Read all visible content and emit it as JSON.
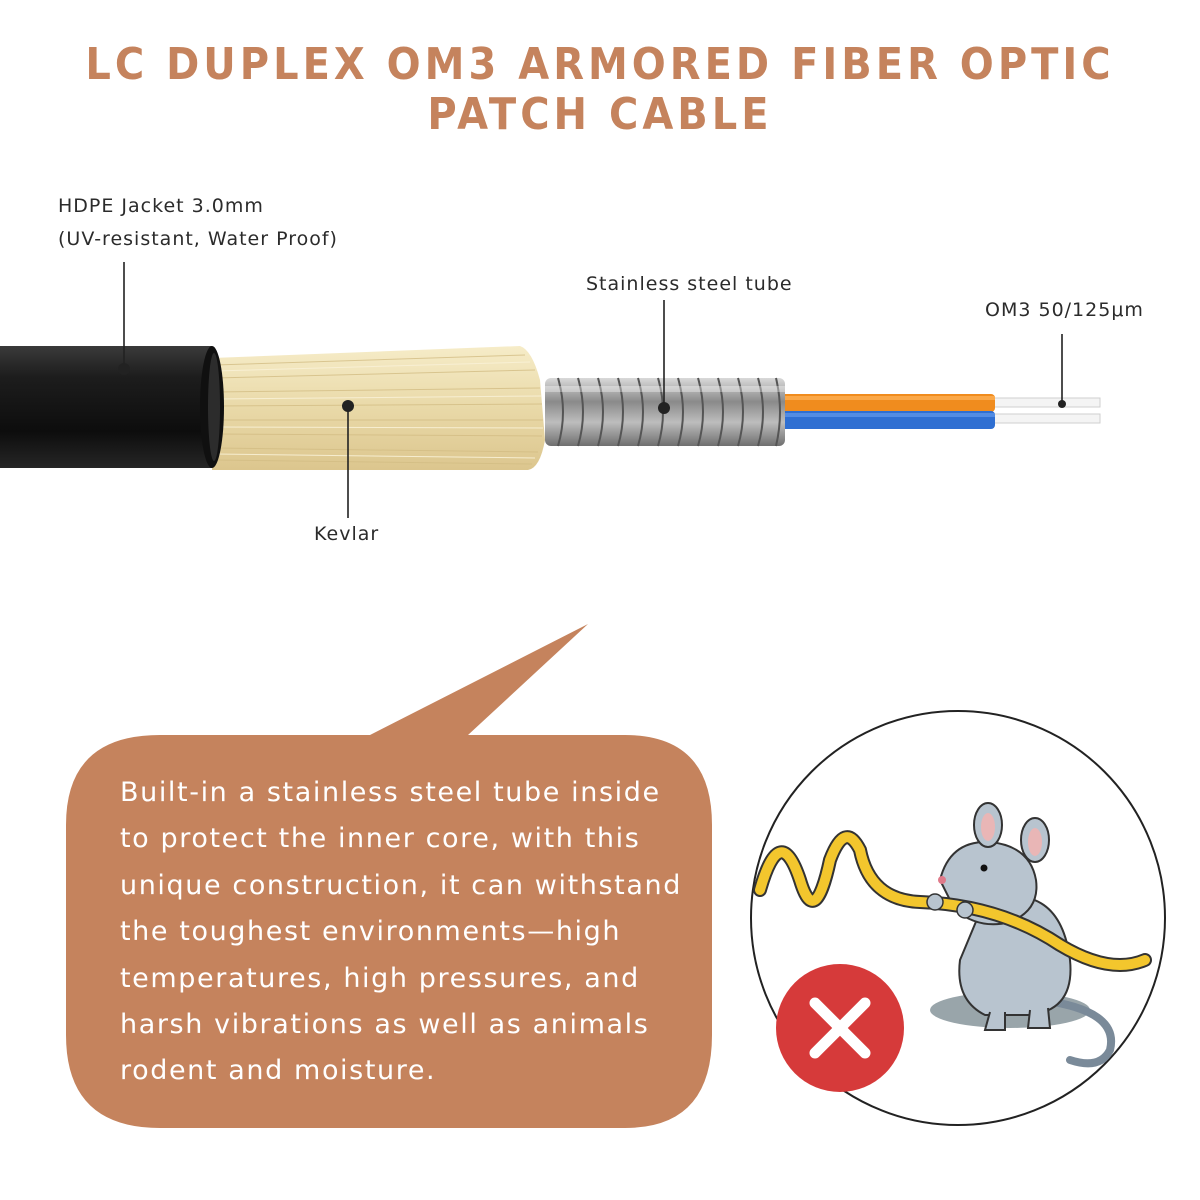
{
  "title": "LC DUPLEX OM3 ARMORED FIBER OPTIC PATCH CABLE",
  "labels": {
    "jacket_line1": "HDPE Jacket 3.0mm",
    "jacket_line2": "(UV-resistant, Water Proof)",
    "steel_tube": "Stainless steel tube",
    "fiber": "OM3 50/125μm",
    "kevlar": "Kevlar"
  },
  "callout": {
    "lines": [
      "Built-in a stainless steel tube inside",
      "to protect the inner core, with this",
      "unique construction, it can withstand",
      "the toughest environments—high",
      "temperatures, high pressures, and",
      "harsh vibrations as well as animals",
      "rodent and moisture."
    ]
  },
  "colors": {
    "accent": "#c5835d",
    "jacket": "#141414",
    "kevlar": "#efe2b8",
    "steel": "#9c9c9c",
    "fiber_orange": "#f08c1e",
    "fiber_blue": "#2f6fd2",
    "no_badge": "#d63a3a"
  },
  "icons": {
    "illustration": "rat-chewing-cable-icon",
    "badge": "prohibited-x-icon"
  }
}
